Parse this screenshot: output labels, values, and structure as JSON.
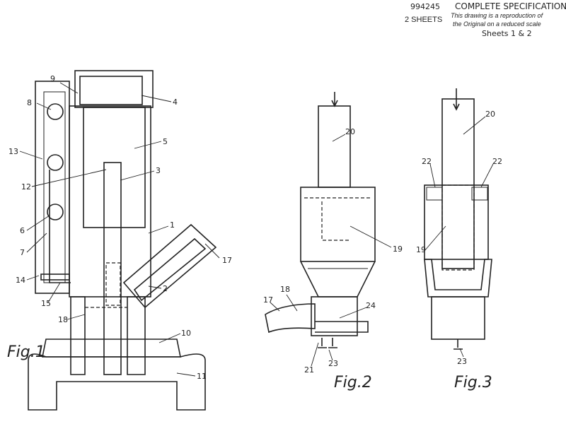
{
  "header": {
    "patent_number": "994245",
    "title": "COMPLETE SPECIFICATION",
    "sheets_count": "2 SHEETS",
    "note_line1": "This drawing is a reproduction of",
    "note_line2": "the Original on a reduced scale",
    "sheets": "Sheets 1 & 2"
  },
  "figures": [
    {
      "caption": "Fig.1",
      "labels": [
        "9",
        "8",
        "4",
        "5",
        "13",
        "3",
        "12",
        "6",
        "1",
        "7",
        "17",
        "14",
        "2",
        "15",
        "18",
        "10",
        "11"
      ]
    },
    {
      "caption": "Fig.2",
      "labels": [
        "20",
        "19",
        "18",
        "17",
        "24",
        "21",
        "23"
      ]
    },
    {
      "caption": "Fig.3",
      "labels": [
        "20",
        "22",
        "22",
        "19",
        "23"
      ]
    }
  ]
}
